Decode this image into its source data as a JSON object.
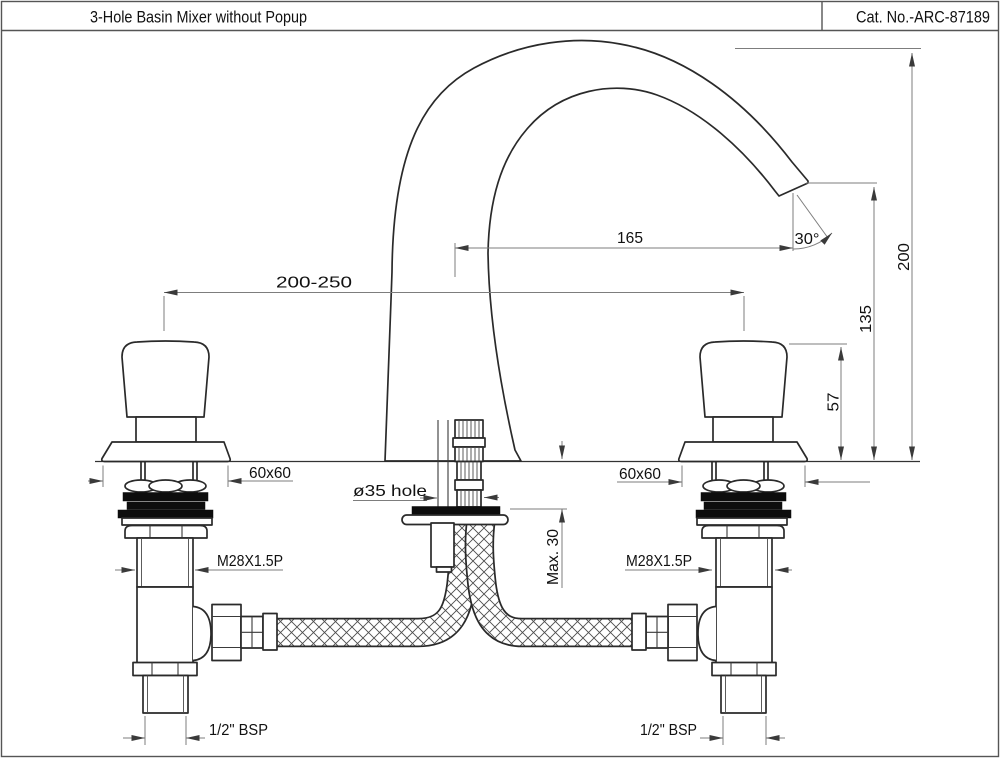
{
  "header": {
    "title": "3-Hole Basin Mixer without Popup",
    "catalog": "Cat. No.-ARC-87189"
  },
  "dims": {
    "center_spacing": "200-250",
    "spout_reach": "165",
    "spout_angle": "30°",
    "total_height": "200",
    "spout_height": "135",
    "handle_height": "57",
    "flange_left": "60x60",
    "flange_right": "60x60",
    "hole": "ø35 hole",
    "counter_max": "Max. 30",
    "thread_left": "M28X1.5P",
    "thread_right": "M28X1.5P",
    "inlet_left": "1/2\" BSP",
    "inlet_right": "1/2\" BSP"
  }
}
